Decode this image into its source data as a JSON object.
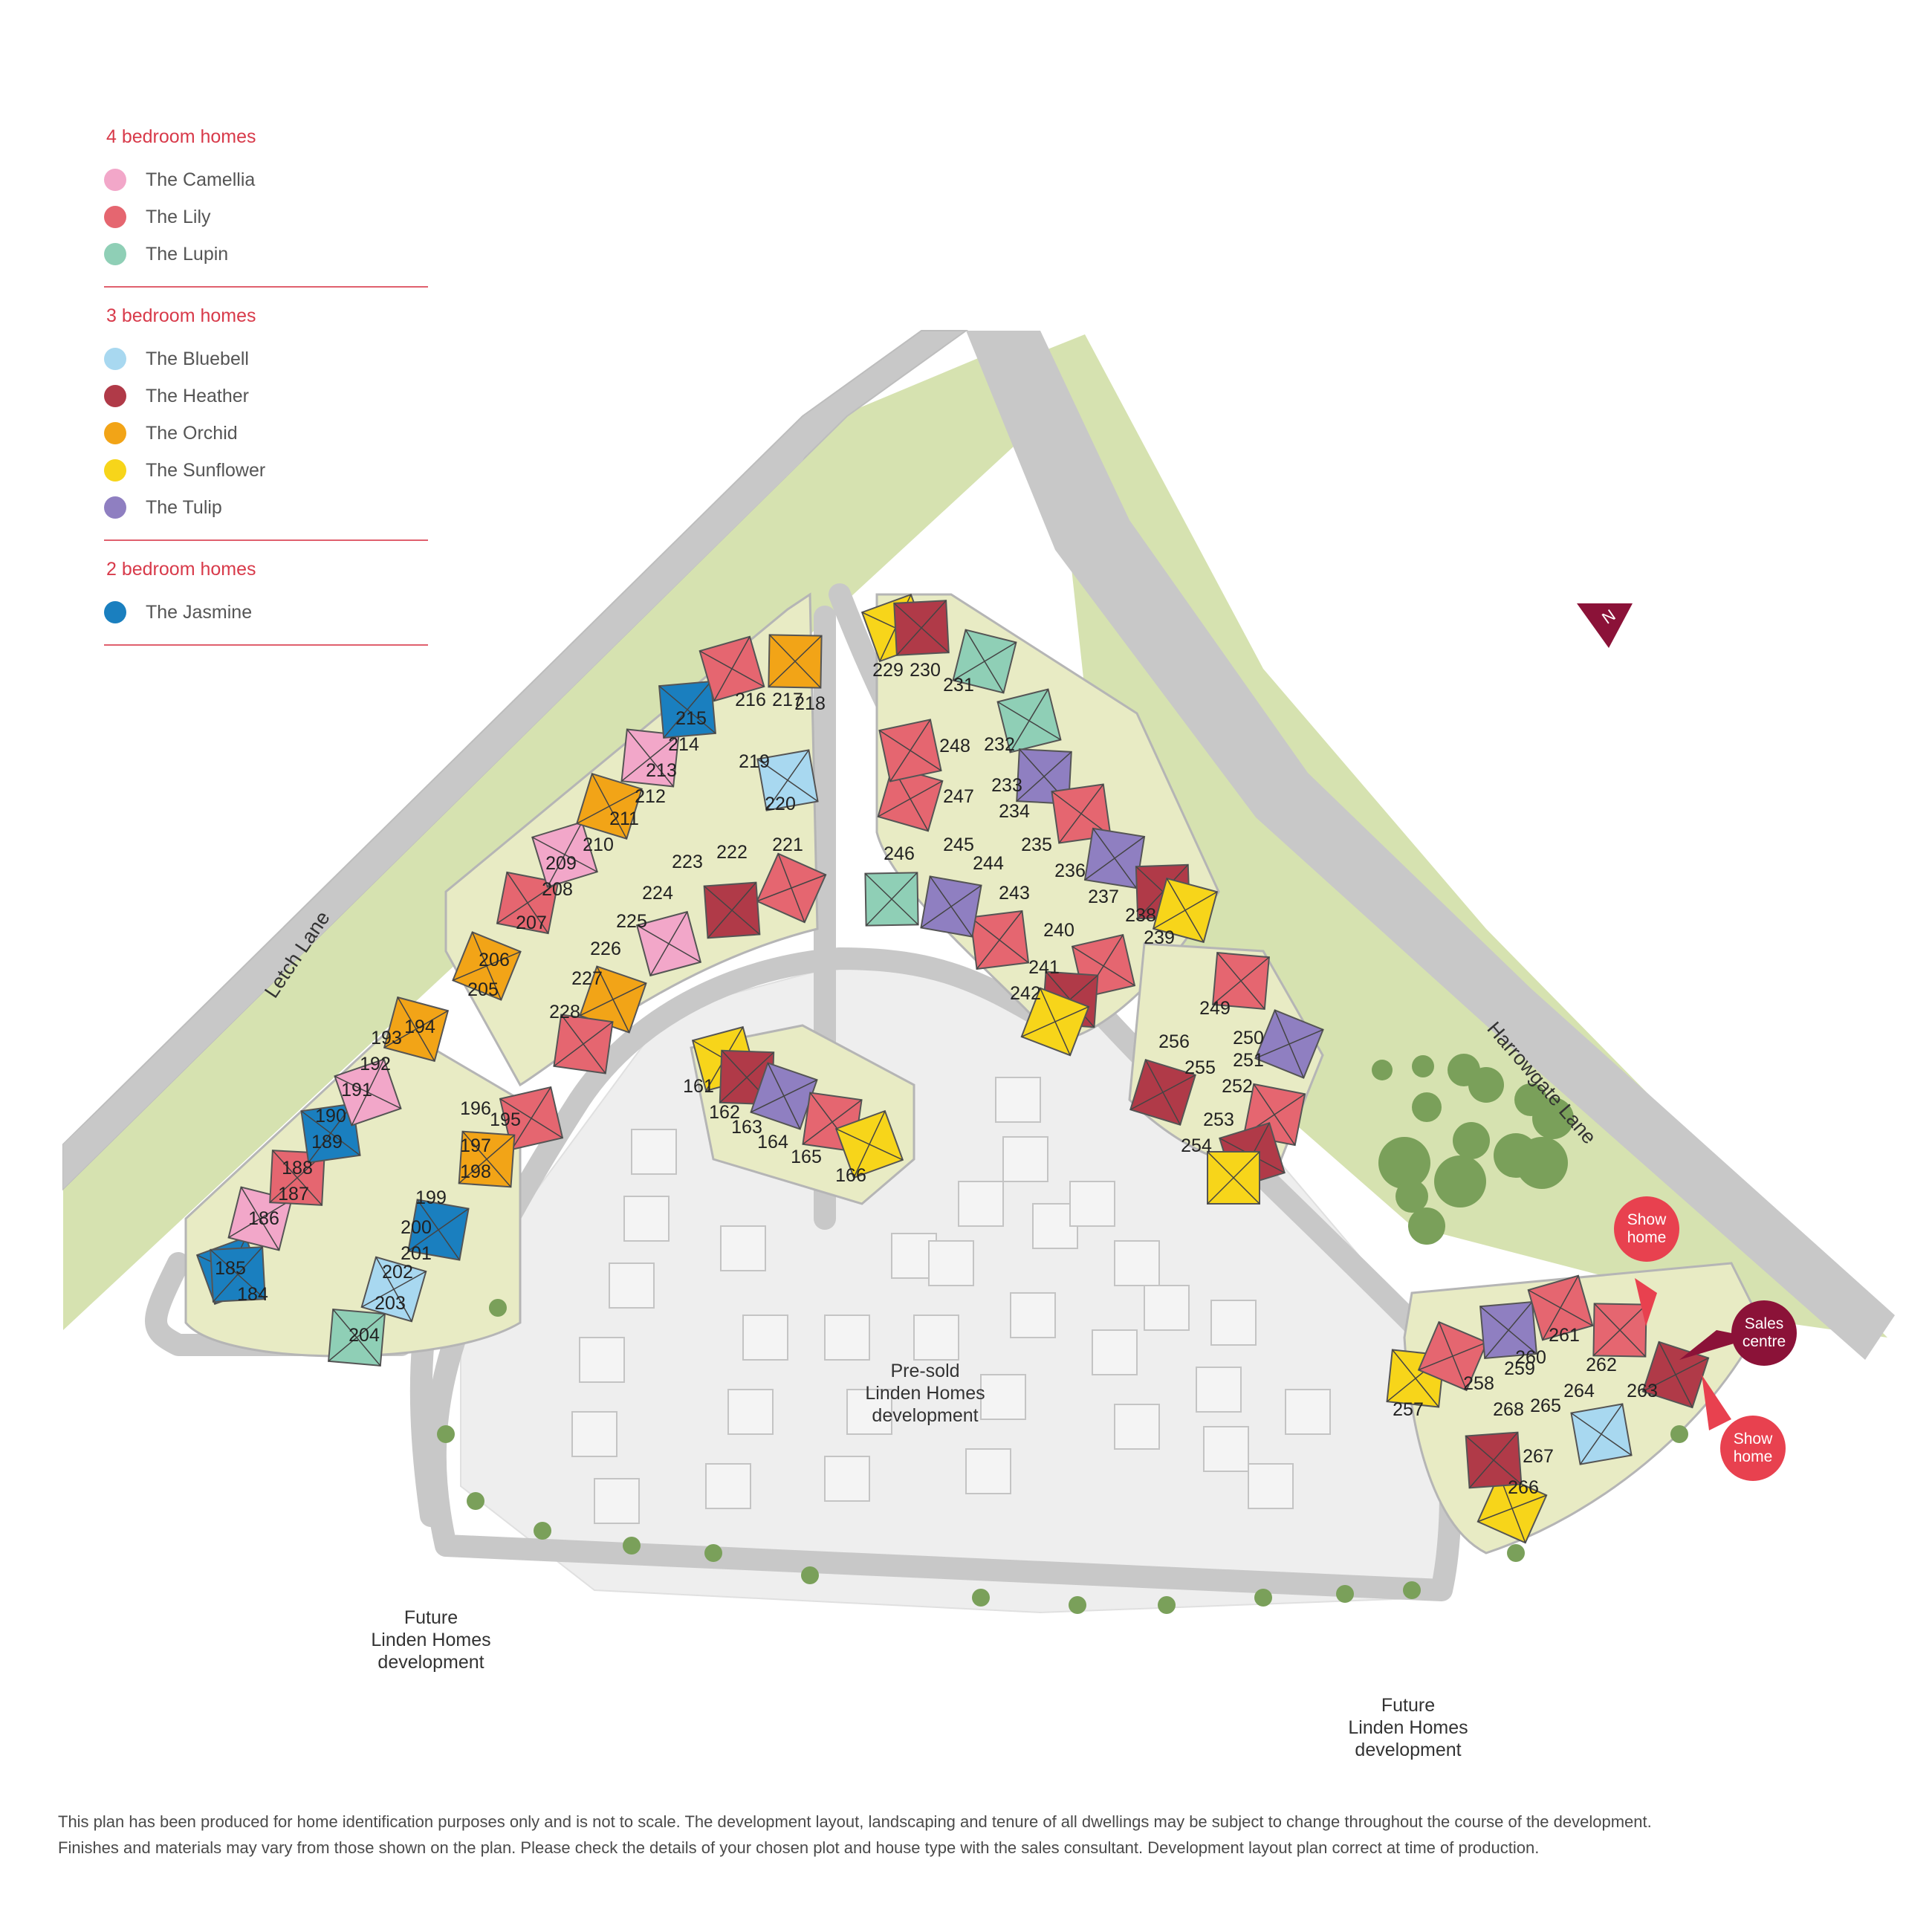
{
  "legend": {
    "groups": [
      {
        "heading": "4 bedroom homes",
        "items": [
          {
            "label": "The Camellia",
            "color": "#f2a7c9"
          },
          {
            "label": "The Lily",
            "color": "#e56670"
          },
          {
            "label": "The Lupin",
            "color": "#8fcfb6"
          }
        ]
      },
      {
        "heading": "3 bedroom homes",
        "items": [
          {
            "label": "The Bluebell",
            "color": "#a8d8f0"
          },
          {
            "label": "The Heather",
            "color": "#b03a48"
          },
          {
            "label": "The Orchid",
            "color": "#f2a417"
          },
          {
            "label": "The Sunflower",
            "color": "#f7d51a"
          },
          {
            "label": "The Tulip",
            "color": "#8f7fc1"
          }
        ]
      },
      {
        "heading": "2 bedroom homes",
        "items": [
          {
            "label": "The Jasmine",
            "color": "#1a7fbf"
          }
        ]
      }
    ]
  },
  "roads": {
    "letch_lane": "Letch Lane",
    "harrowgate_lane": "Harrowgate Lane"
  },
  "compass": "N",
  "areas": {
    "presold": [
      "Pre-sold",
      "Linden Homes",
      "development"
    ],
    "future_left": [
      "Future",
      "Linden Homes",
      "development"
    ],
    "future_right": [
      "Future",
      "Linden Homes",
      "development"
    ]
  },
  "badges": {
    "show_home_top": [
      "Show",
      "home"
    ],
    "sales_centre": [
      "Sales",
      "centre"
    ],
    "show_home_bottom": [
      "Show",
      "home"
    ]
  },
  "plots": [
    {
      "n": "184",
      "t": "Jasmine"
    },
    {
      "n": "185",
      "t": "Jasmine"
    },
    {
      "n": "186",
      "t": "Camellia"
    },
    {
      "n": "187",
      "t": "Camellia"
    },
    {
      "n": "188",
      "t": "Lily"
    },
    {
      "n": "189",
      "t": "Lily"
    },
    {
      "n": "190",
      "t": "Jasmine"
    },
    {
      "n": "191",
      "t": "Jasmine"
    },
    {
      "n": "192",
      "t": "Camellia"
    },
    {
      "n": "193",
      "t": "Camellia"
    },
    {
      "n": "194",
      "t": "Orchid"
    },
    {
      "n": "195",
      "t": "Lily"
    },
    {
      "n": "196",
      "t": "Orchid"
    },
    {
      "n": "197",
      "t": "Orchid"
    },
    {
      "n": "198",
      "t": "Orchid"
    },
    {
      "n": "199",
      "t": "Jasmine"
    },
    {
      "n": "200",
      "t": "Jasmine"
    },
    {
      "n": "201",
      "t": "Jasmine"
    },
    {
      "n": "202",
      "t": "Bluebell"
    },
    {
      "n": "203",
      "t": "Bluebell"
    },
    {
      "n": "204",
      "t": "Lupin"
    },
    {
      "n": "205",
      "t": "Orchid"
    },
    {
      "n": "206",
      "t": "Orchid"
    },
    {
      "n": "207",
      "t": "Lily"
    },
    {
      "n": "208",
      "t": "Camellia"
    },
    {
      "n": "209",
      "t": "Camellia"
    },
    {
      "n": "210",
      "t": "Orchid"
    },
    {
      "n": "211",
      "t": "Orchid"
    },
    {
      "n": "212",
      "t": "Camellia"
    },
    {
      "n": "213",
      "t": "Camellia"
    },
    {
      "n": "214",
      "t": "Jasmine"
    },
    {
      "n": "215",
      "t": "Jasmine"
    },
    {
      "n": "216",
      "t": "Lily"
    },
    {
      "n": "217",
      "t": "Orchid"
    },
    {
      "n": "218",
      "t": "Orchid"
    },
    {
      "n": "219",
      "t": "Bluebell"
    },
    {
      "n": "220",
      "t": "Bluebell"
    },
    {
      "n": "221",
      "t": "Lily"
    },
    {
      "n": "222",
      "t": "Heather"
    },
    {
      "n": "223",
      "t": "Heather"
    },
    {
      "n": "224",
      "t": "Camellia"
    },
    {
      "n": "225",
      "t": "Camellia"
    },
    {
      "n": "226",
      "t": "Orchid"
    },
    {
      "n": "227",
      "t": "Orchid"
    },
    {
      "n": "228",
      "t": "Lily"
    },
    {
      "n": "229",
      "t": "Sunflower"
    },
    {
      "n": "230",
      "t": "Heather"
    },
    {
      "n": "231",
      "t": "Lupin"
    },
    {
      "n": "232",
      "t": "Lupin"
    },
    {
      "n": "233",
      "t": "Tulip"
    },
    {
      "n": "234",
      "t": "Tulip"
    },
    {
      "n": "235",
      "t": "Lily"
    },
    {
      "n": "236",
      "t": "Tulip"
    },
    {
      "n": "237",
      "t": "Tulip"
    },
    {
      "n": "238",
      "t": "Heather"
    },
    {
      "n": "239",
      "t": "Sunflower"
    },
    {
      "n": "240",
      "t": "Lily"
    },
    {
      "n": "241",
      "t": "Heather"
    },
    {
      "n": "242",
      "t": "Sunflower"
    },
    {
      "n": "243",
      "t": "Lily"
    },
    {
      "n": "244",
      "t": "Tulip"
    },
    {
      "n": "245",
      "t": "Tulip"
    },
    {
      "n": "246",
      "t": "Lupin"
    },
    {
      "n": "247",
      "t": "Lily"
    },
    {
      "n": "248",
      "t": "Lily"
    },
    {
      "n": "249",
      "t": "Lily"
    },
    {
      "n": "250",
      "t": "Tulip"
    },
    {
      "n": "251",
      "t": "Tulip"
    },
    {
      "n": "252",
      "t": "Lily"
    },
    {
      "n": "253",
      "t": "Heather"
    },
    {
      "n": "254",
      "t": "Sunflower"
    },
    {
      "n": "255",
      "t": "Heather"
    },
    {
      "n": "256",
      "t": "Heather"
    },
    {
      "n": "257",
      "t": "Sunflower"
    },
    {
      "n": "258",
      "t": "Lily"
    },
    {
      "n": "259",
      "t": "Tulip"
    },
    {
      "n": "260",
      "t": "Tulip"
    },
    {
      "n": "261",
      "t": "Lily"
    },
    {
      "n": "262",
      "t": "Lily"
    },
    {
      "n": "263",
      "t": "Heather"
    },
    {
      "n": "264",
      "t": "Bluebell"
    },
    {
      "n": "265",
      "t": "Bluebell"
    },
    {
      "n": "266",
      "t": "Sunflower"
    },
    {
      "n": "267",
      "t": "Heather"
    },
    {
      "n": "268",
      "t": "Heather"
    },
    {
      "n": "161",
      "t": "Sunflower"
    },
    {
      "n": "162",
      "t": "Heather"
    },
    {
      "n": "163",
      "t": "Tulip"
    },
    {
      "n": "164",
      "t": "Tulip"
    },
    {
      "n": "165",
      "t": "Lily"
    },
    {
      "n": "166",
      "t": "Sunflower"
    }
  ],
  "disclaimer": [
    "This plan has been produced for home identification purposes only and is not to scale. The development layout, landscaping and tenure of all dwellings may be subject to change throughout the course of the development.",
    "Finishes and materials may vary from those shown on the plan. Please check the details of your chosen plot and house type with the sales consultant. Development layout plan correct at time of production."
  ]
}
